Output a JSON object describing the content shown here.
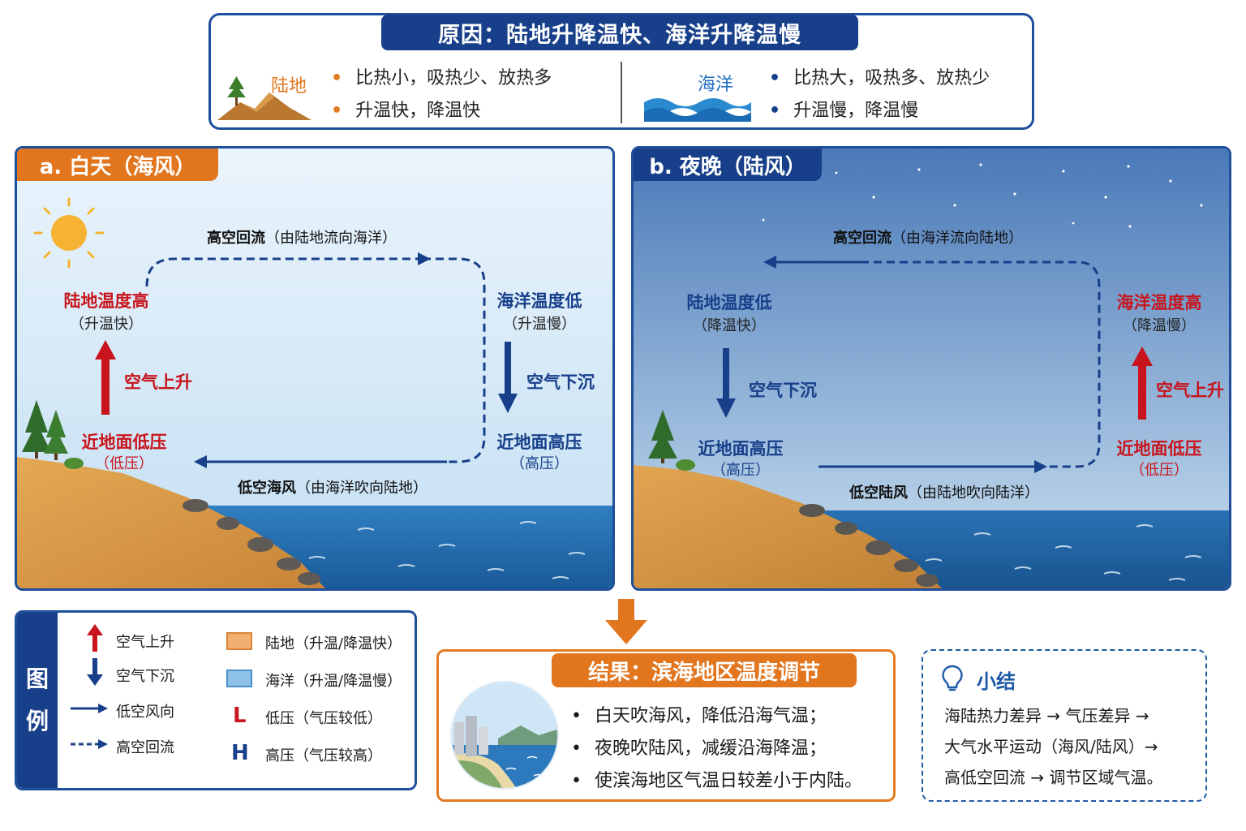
{
  "cause": {
    "title": "原因：陆地升降温快、海洋升降温慢",
    "land": {
      "label": "陆地",
      "points": [
        "比热小，吸热少、放热多",
        "升温快，降温快"
      ]
    },
    "sea": {
      "label": "海洋",
      "points": [
        "比热大，吸热多、放热少",
        "升温慢，降温慢"
      ]
    }
  },
  "day_panel": {
    "tag": "a. 白天（海风）",
    "upper_flow": {
      "main": "高空回流",
      "note": "（由陆地流向海洋）"
    },
    "lower_flow": {
      "main": "低空海风",
      "note": "（由海洋吹向陆地）"
    },
    "land_temp": {
      "title": "陆地温度高",
      "sub": "（升温快）"
    },
    "sea_temp": {
      "title": "海洋温度低",
      "sub": "（升温慢）"
    },
    "rise_label": "空气上升",
    "sink_label": "空气下沉",
    "land_pressure": {
      "title": "近地面低压",
      "sub": "（低压）"
    },
    "sea_pressure": {
      "title": "近地面高压",
      "sub": "（高压）"
    }
  },
  "night_panel": {
    "tag": "b. 夜晚（陆风）",
    "upper_flow": {
      "main": "高空回流",
      "note": "（由海洋流向陆地）"
    },
    "lower_flow": {
      "main": "低空陆风",
      "note": "（由陆地吹向陆洋）"
    },
    "land_temp": {
      "title": "陆地温度低",
      "sub": "（降温快）"
    },
    "sea_temp": {
      "title": "海洋温度高",
      "sub": "（降温慢）"
    },
    "sink_label": "空气下沉",
    "rise_label": "空气上升",
    "land_pressure": {
      "title": "近地面高压",
      "sub": "（高压）"
    },
    "sea_pressure": {
      "title": "近地面低压",
      "sub": "（低压）"
    }
  },
  "legend": {
    "side": [
      "图",
      "例"
    ],
    "items": [
      {
        "icon": "red-up-arrow-icon",
        "text": "空气上升"
      },
      {
        "icon": "blue-down-arrow-icon",
        "text": "空气下沉"
      },
      {
        "icon": "solid-arrow-icon",
        "text": "低空风向"
      },
      {
        "icon": "dashed-arrow-icon",
        "text": "高空回流"
      },
      {
        "icon": "land-swatch-icon",
        "text": "陆地（升温/降温快）"
      },
      {
        "icon": "sea-swatch-icon",
        "text": "海洋（升温/降温慢）"
      },
      {
        "icon": "L",
        "text": "低压（气压较低）"
      },
      {
        "icon": "H",
        "text": "高压（气压较高）"
      }
    ]
  },
  "result": {
    "title": "结果：滨海地区温度调节",
    "items": [
      "白天吹海风，降低沿海气温；",
      "夜晚吹陆风，减缓沿海降温；",
      "使滨海地区气温日较差小于内陆。"
    ]
  },
  "summary": {
    "title": "小结",
    "lines": [
      "海陆热力差异 → 气压差异 →",
      "大气水平运动（海风/陆风）→",
      "高低空回流 → 调节区域气温。"
    ]
  },
  "colors": {
    "navy": "#173f8a",
    "orange": "#e2761f",
    "red": "#c8141c",
    "land": "#d9a24e",
    "sea": "#2f7fc1"
  }
}
